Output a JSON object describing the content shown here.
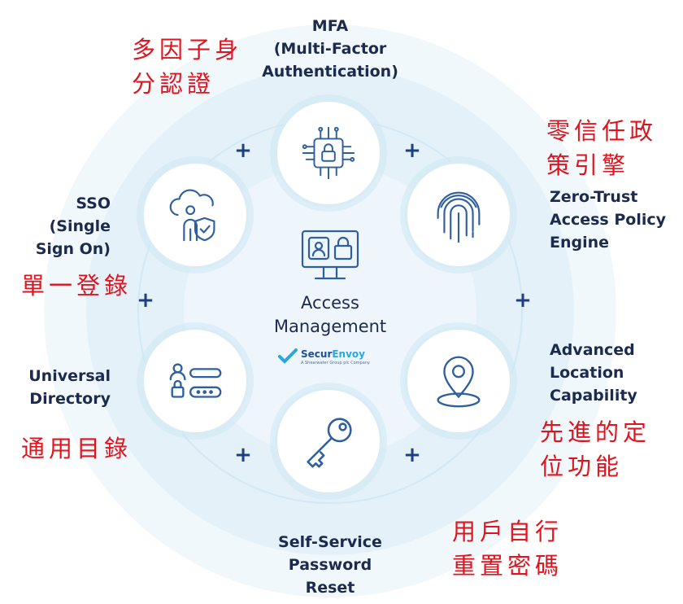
{
  "center": {
    "title": "Access\nManagement",
    "logo_text_a": "Secur",
    "logo_text_b": "Envoy",
    "logo_tagline": "A Shearwater Group plc Company"
  },
  "nodes": {
    "mfa": {
      "label": "MFA\n(Multi-Factor\nAuthentication)",
      "zh": "多因子身\n分認證",
      "icon": "chip-lock-icon"
    },
    "zero_trust": {
      "label": "Zero-Trust\nAccess Policy\nEngine",
      "zh": "零信任政\n策引擎",
      "icon": "fingerprint-icon"
    },
    "location": {
      "label": "Advanced\nLocation\nCapability",
      "zh": "先進的定\n位功能",
      "icon": "location-pin-icon"
    },
    "sspr": {
      "label": "Self-Service\nPassword\nReset",
      "zh": "用戶自行\n重置密碼",
      "icon": "key-icon"
    },
    "directory": {
      "label": "Universal\nDirectory",
      "zh": "通用目錄",
      "icon": "directory-icon"
    },
    "sso": {
      "label": "SSO\n(Single\nSign On)",
      "zh": "單一登錄",
      "icon": "cloud-user-shield-icon"
    }
  },
  "connector_symbol": "+",
  "colors": {
    "navy": "#1c2a4e",
    "accent_blue": "#2f6fb3",
    "ring": "#e6f2fa",
    "annotation_red": "#e0141e"
  }
}
